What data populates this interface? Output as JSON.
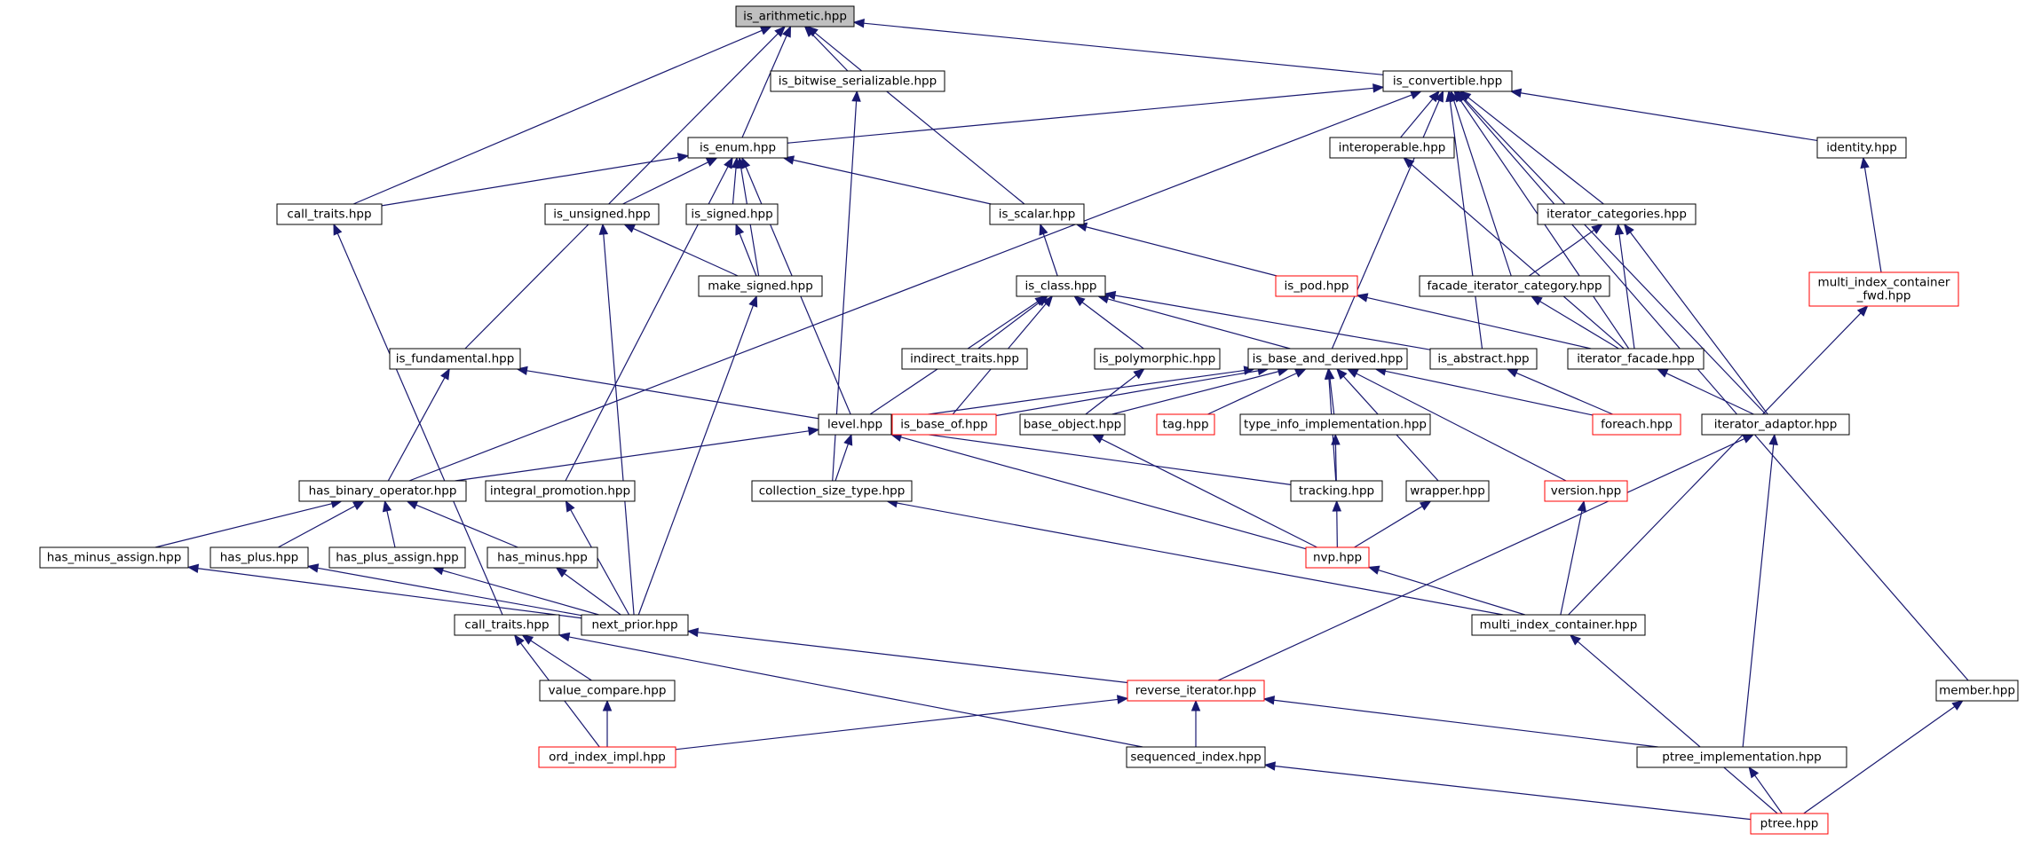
{
  "colors": {
    "edge": "#191970",
    "box_border": "#000000",
    "box_border_external": "#ff0000",
    "root_fill": "#bfbfbf",
    "box_fill": "#ffffff"
  },
  "nodes": [
    {
      "id": "is_arithmetic",
      "label": "is_arithmetic.hpp",
      "style": "root"
    },
    {
      "id": "is_bitwise_serializable",
      "label": "is_bitwise_serializable.hpp",
      "style": "normal"
    },
    {
      "id": "is_convertible",
      "label": "is_convertible.hpp",
      "style": "normal"
    },
    {
      "id": "is_enum",
      "label": "is_enum.hpp",
      "style": "normal"
    },
    {
      "id": "interoperable",
      "label": "interoperable.hpp",
      "style": "normal"
    },
    {
      "id": "identity",
      "label": "identity.hpp",
      "style": "normal"
    },
    {
      "id": "call_traits_1",
      "label": "call_traits.hpp",
      "style": "normal"
    },
    {
      "id": "is_unsigned",
      "label": "is_unsigned.hpp",
      "style": "normal"
    },
    {
      "id": "is_signed",
      "label": "is_signed.hpp",
      "style": "normal"
    },
    {
      "id": "is_scalar",
      "label": "is_scalar.hpp",
      "style": "normal"
    },
    {
      "id": "iterator_categories",
      "label": "iterator_categories.hpp",
      "style": "normal"
    },
    {
      "id": "make_signed",
      "label": "make_signed.hpp",
      "style": "normal"
    },
    {
      "id": "is_class",
      "label": "is_class.hpp",
      "style": "normal"
    },
    {
      "id": "is_pod",
      "label": "is_pod.hpp",
      "style": "external"
    },
    {
      "id": "facade_iterator_category",
      "label": "facade_iterator_category.hpp",
      "style": "normal"
    },
    {
      "id": "multi_index_container_fwd",
      "label": "multi_index_container\n_fwd.hpp",
      "style": "external"
    },
    {
      "id": "indirect_traits",
      "label": "indirect_traits.hpp",
      "style": "normal"
    },
    {
      "id": "is_fundamental",
      "label": "is_fundamental.hpp",
      "style": "normal"
    },
    {
      "id": "is_polymorphic",
      "label": "is_polymorphic.hpp",
      "style": "normal"
    },
    {
      "id": "is_base_and_derived",
      "label": "is_base_and_derived.hpp",
      "style": "normal"
    },
    {
      "id": "is_abstract",
      "label": "is_abstract.hpp",
      "style": "normal"
    },
    {
      "id": "iterator_facade",
      "label": "iterator_facade.hpp",
      "style": "normal"
    },
    {
      "id": "level",
      "label": "level.hpp",
      "style": "normal"
    },
    {
      "id": "is_base_of",
      "label": "is_base_of.hpp",
      "style": "external"
    },
    {
      "id": "base_object",
      "label": "base_object.hpp",
      "style": "normal"
    },
    {
      "id": "tag",
      "label": "tag.hpp",
      "style": "external"
    },
    {
      "id": "type_info_implementation",
      "label": "type_info_implementation.hpp",
      "style": "normal"
    },
    {
      "id": "foreach",
      "label": "foreach.hpp",
      "style": "external"
    },
    {
      "id": "iterator_adaptor",
      "label": "iterator_adaptor.hpp",
      "style": "normal"
    },
    {
      "id": "has_binary_operator",
      "label": "has_binary_operator.hpp",
      "style": "normal"
    },
    {
      "id": "integral_promotion",
      "label": "integral_promotion.hpp",
      "style": "normal"
    },
    {
      "id": "collection_size_type",
      "label": "collection_size_type.hpp",
      "style": "normal"
    },
    {
      "id": "tracking",
      "label": "tracking.hpp",
      "style": "normal"
    },
    {
      "id": "wrapper",
      "label": "wrapper.hpp",
      "style": "normal"
    },
    {
      "id": "version",
      "label": "version.hpp",
      "style": "external"
    },
    {
      "id": "has_minus_assign",
      "label": "has_minus_assign.hpp",
      "style": "normal"
    },
    {
      "id": "has_plus",
      "label": "has_plus.hpp",
      "style": "normal"
    },
    {
      "id": "has_plus_assign",
      "label": "has_plus_assign.hpp",
      "style": "normal"
    },
    {
      "id": "has_minus",
      "label": "has_minus.hpp",
      "style": "normal"
    },
    {
      "id": "nvp",
      "label": "nvp.hpp",
      "style": "external"
    },
    {
      "id": "call_traits_2",
      "label": "call_traits.hpp",
      "style": "normal"
    },
    {
      "id": "next_prior",
      "label": "next_prior.hpp",
      "style": "normal"
    },
    {
      "id": "multi_index_container",
      "label": "multi_index_container.hpp",
      "style": "normal"
    },
    {
      "id": "value_compare",
      "label": "value_compare.hpp",
      "style": "normal"
    },
    {
      "id": "reverse_iterator",
      "label": "reverse_iterator.hpp",
      "style": "external"
    },
    {
      "id": "member",
      "label": "member.hpp",
      "style": "normal"
    },
    {
      "id": "ord_index_impl",
      "label": "ord_index_impl.hpp",
      "style": "external"
    },
    {
      "id": "sequenced_index",
      "label": "sequenced_index.hpp",
      "style": "normal"
    },
    {
      "id": "ptree_implementation",
      "label": "ptree_implementation.hpp",
      "style": "normal"
    },
    {
      "id": "ptree",
      "label": "ptree.hpp",
      "style": "external"
    }
  ],
  "edges": [
    [
      "is_bitwise_serializable",
      "is_arithmetic"
    ],
    [
      "is_convertible",
      "is_arithmetic"
    ],
    [
      "is_enum",
      "is_arithmetic"
    ],
    [
      "call_traits_1",
      "is_arithmetic"
    ],
    [
      "is_scalar",
      "is_arithmetic"
    ],
    [
      "is_fundamental",
      "is_arithmetic"
    ],
    [
      "collection_size_type",
      "is_bitwise_serializable"
    ],
    [
      "is_enum",
      "is_convertible"
    ],
    [
      "interoperable",
      "is_convertible"
    ],
    [
      "identity",
      "is_convertible"
    ],
    [
      "iterator_categories",
      "is_convertible"
    ],
    [
      "facade_iterator_category",
      "is_convertible"
    ],
    [
      "iterator_facade",
      "is_convertible"
    ],
    [
      "iterator_adaptor",
      "is_convertible"
    ],
    [
      "is_base_and_derived",
      "is_convertible"
    ],
    [
      "is_abstract",
      "is_convertible"
    ],
    [
      "has_binary_operator",
      "is_convertible"
    ],
    [
      "member",
      "is_convertible"
    ],
    [
      "call_traits_1",
      "is_enum"
    ],
    [
      "is_unsigned",
      "is_enum"
    ],
    [
      "is_signed",
      "is_enum"
    ],
    [
      "is_scalar",
      "is_enum"
    ],
    [
      "make_signed",
      "is_enum"
    ],
    [
      "integral_promotion",
      "is_enum"
    ],
    [
      "level",
      "is_enum"
    ],
    [
      "iterator_facade",
      "interoperable"
    ],
    [
      "multi_index_container_fwd",
      "identity"
    ],
    [
      "call_traits_2",
      "call_traits_1"
    ],
    [
      "make_signed",
      "is_unsigned"
    ],
    [
      "next_prior",
      "is_unsigned"
    ],
    [
      "make_signed",
      "is_signed"
    ],
    [
      "is_class",
      "is_scalar"
    ],
    [
      "is_pod",
      "is_scalar"
    ],
    [
      "facade_iterator_category",
      "iterator_categories"
    ],
    [
      "iterator_facade",
      "iterator_categories"
    ],
    [
      "iterator_adaptor",
      "iterator_categories"
    ],
    [
      "next_prior",
      "make_signed"
    ],
    [
      "indirect_traits",
      "is_class"
    ],
    [
      "is_polymorphic",
      "is_class"
    ],
    [
      "is_base_and_derived",
      "is_class"
    ],
    [
      "is_abstract",
      "is_class"
    ],
    [
      "level",
      "is_class"
    ],
    [
      "is_base_of",
      "is_class"
    ],
    [
      "iterator_facade",
      "is_pod"
    ],
    [
      "iterator_facade",
      "facade_iterator_category"
    ],
    [
      "multi_index_container",
      "multi_index_container_fwd"
    ],
    [
      "base_object",
      "is_polymorphic"
    ],
    [
      "level",
      "is_fundamental"
    ],
    [
      "has_binary_operator",
      "is_fundamental"
    ],
    [
      "level",
      "is_base_and_derived"
    ],
    [
      "is_base_of",
      "is_base_and_derived"
    ],
    [
      "base_object",
      "is_base_and_derived"
    ],
    [
      "tag",
      "is_base_and_derived"
    ],
    [
      "type_info_implementation",
      "is_base_and_derived"
    ],
    [
      "tracking",
      "is_base_and_derived"
    ],
    [
      "wrapper",
      "is_base_and_derived"
    ],
    [
      "version",
      "is_base_and_derived"
    ],
    [
      "foreach",
      "is_base_and_derived"
    ],
    [
      "foreach",
      "is_abstract"
    ],
    [
      "iterator_adaptor",
      "iterator_facade"
    ],
    [
      "has_binary_operator",
      "level"
    ],
    [
      "collection_size_type",
      "level"
    ],
    [
      "tracking",
      "level"
    ],
    [
      "nvp",
      "level"
    ],
    [
      "nvp",
      "base_object"
    ],
    [
      "tracking",
      "type_info_implementation"
    ],
    [
      "reverse_iterator",
      "iterator_adaptor"
    ],
    [
      "ptree_implementation",
      "iterator_adaptor"
    ],
    [
      "has_minus_assign",
      "has_binary_operator"
    ],
    [
      "has_plus",
      "has_binary_operator"
    ],
    [
      "has_plus_assign",
      "has_binary_operator"
    ],
    [
      "has_minus",
      "has_binary_operator"
    ],
    [
      "next_prior",
      "integral_promotion"
    ],
    [
      "multi_index_container",
      "collection_size_type"
    ],
    [
      "nvp",
      "tracking"
    ],
    [
      "nvp",
      "wrapper"
    ],
    [
      "multi_index_container",
      "version"
    ],
    [
      "next_prior",
      "has_minus_assign"
    ],
    [
      "next_prior",
      "has_plus"
    ],
    [
      "next_prior",
      "has_plus_assign"
    ],
    [
      "next_prior",
      "has_minus"
    ],
    [
      "multi_index_container",
      "nvp"
    ],
    [
      "value_compare",
      "call_traits_2"
    ],
    [
      "ord_index_impl",
      "call_traits_2"
    ],
    [
      "sequenced_index",
      "call_traits_2"
    ],
    [
      "reverse_iterator",
      "next_prior"
    ],
    [
      "ptree",
      "multi_index_container"
    ],
    [
      "ord_index_impl",
      "value_compare"
    ],
    [
      "ord_index_impl",
      "reverse_iterator"
    ],
    [
      "sequenced_index",
      "reverse_iterator"
    ],
    [
      "ptree_implementation",
      "reverse_iterator"
    ],
    [
      "ptree",
      "member"
    ],
    [
      "ptree",
      "sequenced_index"
    ],
    [
      "ptree",
      "ptree_implementation"
    ]
  ]
}
